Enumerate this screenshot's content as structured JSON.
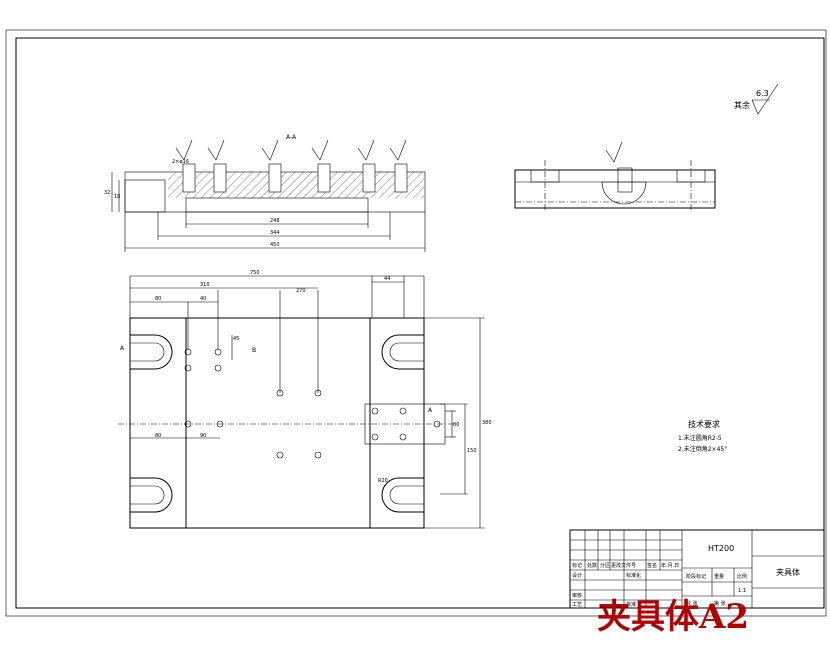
{
  "roughness": {
    "value": "6.3",
    "label": "其余"
  },
  "section_label": "A-A",
  "section_dims": {
    "overall_width": "450",
    "width_2": "344",
    "width_3": "248",
    "height_1": "32",
    "height_2": "18",
    "hole_note": "2×φ16"
  },
  "plan_dims": {
    "total_length": "750",
    "right_offset": "44",
    "dim_a": "310",
    "dim_b": "270",
    "dim_c": "80",
    "dim_d": "40",
    "dim_e": "45",
    "dim_f": "80",
    "dim_g": "90",
    "height_total": "380",
    "height_inner": "150",
    "height_small": "80",
    "radius_note": "R20"
  },
  "view_markers": {
    "a1": "A",
    "a2": "A",
    "b": "B"
  },
  "tech_req": {
    "heading": "技术要求",
    "item1": "1.未注圆角R2-5",
    "item2": "2.未注倒角2×45°"
  },
  "title_block": {
    "material": "HT200",
    "part_name": "夹具体",
    "scale": "1:1",
    "labels": [
      "标记",
      "处数",
      "分区",
      "更改文件号",
      "签名",
      "年.月.日",
      "设计",
      "标准化",
      "阶段标记",
      "重量",
      "比例",
      "审核",
      "工艺",
      "批准",
      "共 张",
      "第 张"
    ]
  },
  "watermark": "夹具体A2"
}
